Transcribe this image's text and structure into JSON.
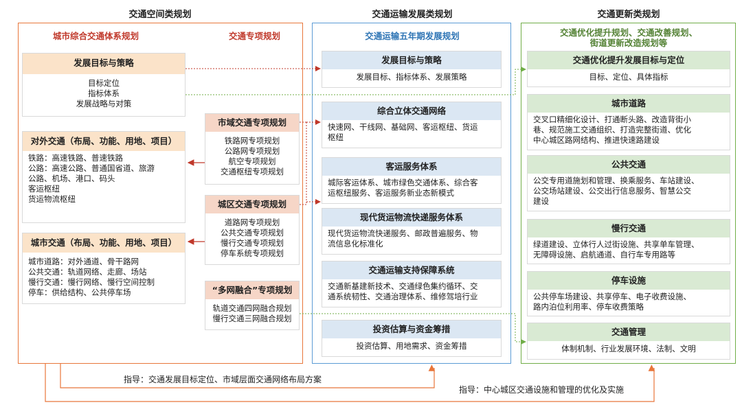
{
  "columns": {
    "left": {
      "title": "交通空间类规划",
      "sub_left": "城市综合交通体系规划",
      "sub_right": "交通专项规划",
      "goals": {
        "header": "发展目标与策略",
        "lines": [
          "目标定位",
          "指标体系",
          "发展战略与对策"
        ]
      },
      "external": {
        "header": "对外交通（布局、功能、用地、项目）",
        "lines": [
          "铁路：高速铁路、普速铁路",
          "公路：高速公路、普通国省道、旅游",
          "公路、机场、港口、码头",
          "客运枢纽",
          "货运物流枢纽"
        ]
      },
      "urban": {
        "header": "城市交通（布局、功能、用地、项目）",
        "lines": [
          "城市道路：对外通道、骨干路网",
          "公共交通：轨道网络、走廊、场站",
          "慢行交通：慢行网络、慢行空间控制",
          "停车：供给结构、公共停车场"
        ]
      },
      "city_special": {
        "header": "市域交通专项规划",
        "lines": [
          "铁路网专项规划",
          "公路网专项规划",
          "航空专项规划",
          "交通枢纽专项规划"
        ]
      },
      "district_special": {
        "header": "城区交通专项规划",
        "lines": [
          "道路网专项规划",
          "公共交通专项规划",
          "慢行交通专项规划",
          "停车系统专项规划"
        ]
      },
      "multi": {
        "header": "“多网融合”专项规划",
        "lines": [
          "轨道交通四网融合规划",
          "慢行交通三网融合规划"
        ]
      }
    },
    "middle": {
      "title": "交通运输发展类规划",
      "sub": "交通运输五年期发展规划",
      "panels": [
        {
          "header": "发展目标与策略",
          "lines": [
            "发展目标、指标体系、发展策略"
          ],
          "center": true
        },
        {
          "header": "综合立体交通网络",
          "lines": [
            "快速网、干线网、基础网、客运枢纽、货运",
            "枢纽"
          ],
          "center": false
        },
        {
          "header": "客运服务体系",
          "lines": [
            "城际客运体系、城市绿色交通体系、综合客",
            "运枢纽服务、客运服务新业态新模式"
          ],
          "center": false
        },
        {
          "header": "现代货运物流快递服务体系",
          "lines": [
            "现代货运物流快递服务、邮政普遍服务、物",
            "流信息化标准化"
          ],
          "center": false
        },
        {
          "header": "交通运输支持保障系统",
          "lines": [
            "交通新基建新技术、交通绿色集约循环、交",
            "通系统韧性、交通治理体系、维修驾培行业"
          ],
          "center": false
        },
        {
          "header": "投资估算与资金筹措",
          "lines": [
            "投资估算、用地需求、资金筹措"
          ],
          "center": true
        }
      ]
    },
    "right": {
      "title": "交通更新类规划",
      "sub_lines": [
        "交通优化提升规划、交通改善规划、",
        "街道更新改造规划等"
      ],
      "panels": [
        {
          "header": "交通优化提升发展目标与定位",
          "lines": [
            "目标、定位、具体指标"
          ],
          "center": true
        },
        {
          "header": "城市道路",
          "lines": [
            "交叉口精细化设计、打通断头路、改造背街小",
            "巷、规范施工交通组织、打造完整街道、优化",
            "中心城区路网结构、推进快速路建设"
          ],
          "center": false
        },
        {
          "header": "公共交通",
          "lines": [
            "公交专用道施划和管理、换乘服务、车站建设、",
            "公交场站建设、公交出行信息服务、智慧公交",
            "建设"
          ],
          "center": false
        },
        {
          "header": "慢行交通",
          "lines": [
            "绿道建设、立体行人过街设施、共享单车管理、",
            "无障碍设施、启航通道、自行车专用路等"
          ],
          "center": false
        },
        {
          "header": "停车设施",
          "lines": [
            "公共停车场建设、共享停车、电子收费设施、",
            "路内泊位利用率、停车收费策略"
          ],
          "center": false
        },
        {
          "header": "交通管理",
          "lines": [
            "体制机制、行业发展环境、法制、文明"
          ],
          "center": true
        }
      ]
    }
  },
  "guides": {
    "guide1": "指导：交通发展目标定位、市域层面交通网络布局方案",
    "guide2": "指导：中心城区交通设施和管理的优化及实施"
  },
  "colors": {
    "orange": "#e8763a",
    "blue": "#5b9bd5",
    "green": "#70ad47",
    "red": "#c0392b",
    "sub_blue": "#2f75b5",
    "sub_green": "#548235"
  }
}
